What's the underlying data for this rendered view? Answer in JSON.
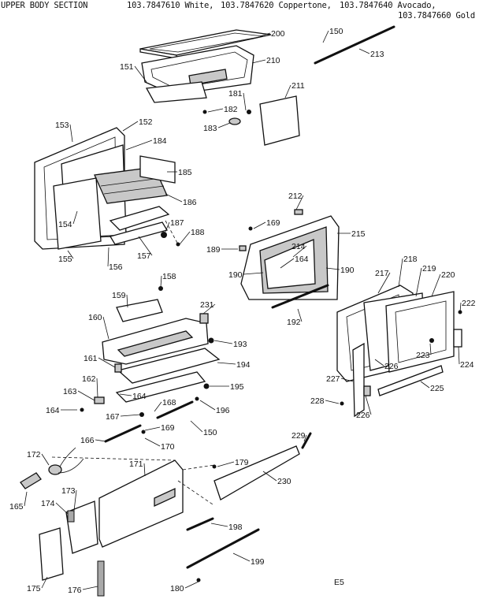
{
  "header": {
    "section_title": "UPPER BODY SECTION",
    "model_white": "103.7847610 White,",
    "model_coppertone": "103.7847620 Coppertone,",
    "model_avocado": "103.7847640 Avocado,",
    "model_gold": "103.7847660 Gold"
  },
  "page_code": "E5",
  "parts": [
    "150",
    "151",
    "152",
    "153",
    "154",
    "155",
    "156",
    "157",
    "158",
    "159",
    "160",
    "161",
    "162",
    "163",
    "164",
    "165",
    "166",
    "167",
    "168",
    "169",
    "170",
    "171",
    "172",
    "173",
    "174",
    "175",
    "176",
    "179",
    "180",
    "181",
    "182",
    "183",
    "184",
    "185",
    "186",
    "187",
    "188",
    "189",
    "190",
    "192",
    "193",
    "194",
    "195",
    "196",
    "198",
    "199",
    "200",
    "210",
    "211",
    "212",
    "213",
    "214",
    "215",
    "217",
    "218",
    "219",
    "220",
    "222",
    "223",
    "224",
    "225",
    "226",
    "227",
    "228",
    "229",
    "230",
    "231"
  ]
}
